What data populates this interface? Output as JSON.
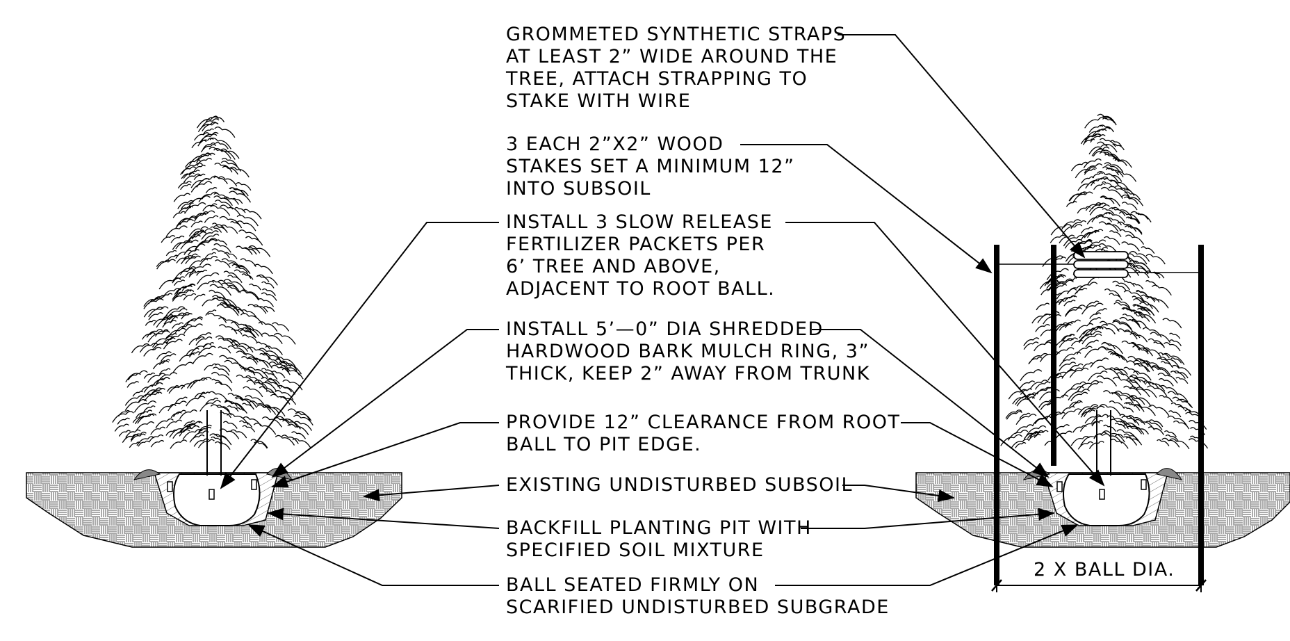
{
  "notes": {
    "straps": [
      "GROMMETED SYNTHETIC STRAPS",
      "AT LEAST 2” WIDE AROUND THE",
      "TREE, ATTACH STRAPPING TO",
      "STAKE WITH WIRE"
    ],
    "stakes": [
      "3 EACH 2”X2” WOOD",
      "STAKES SET A MINIMUM 12”",
      "INTO SUBSOIL"
    ],
    "fertilizer": [
      "INSTALL 3 SLOW RELEASE",
      "FERTILIZER PACKETS PER",
      "6’ TREE AND ABOVE,",
      "ADJACENT TO ROOT BALL."
    ],
    "mulch": [
      "INSTALL 5’—0” DIA SHREDDED",
      "HARDWOOD BARK MULCH RING, 3”",
      "THICK, KEEP 2” AWAY FROM TRUNK"
    ],
    "clearance": [
      "PROVIDE 12” CLEARANCE FROM ROOT",
      "BALL TO PIT EDGE."
    ],
    "subsoil": [
      "EXISTING UNDISTURBED SUBSOIL"
    ],
    "backfill": [
      "BACKFILL PLANTING PIT WITH",
      "SPECIFIED SOIL MIXTURE"
    ],
    "ball": [
      "BALL SEATED FIRMLY ON",
      "SCARIFIED UNDISTURBED SUBGRADE"
    ]
  },
  "dimension": {
    "label": "2 X BALL DIA."
  }
}
